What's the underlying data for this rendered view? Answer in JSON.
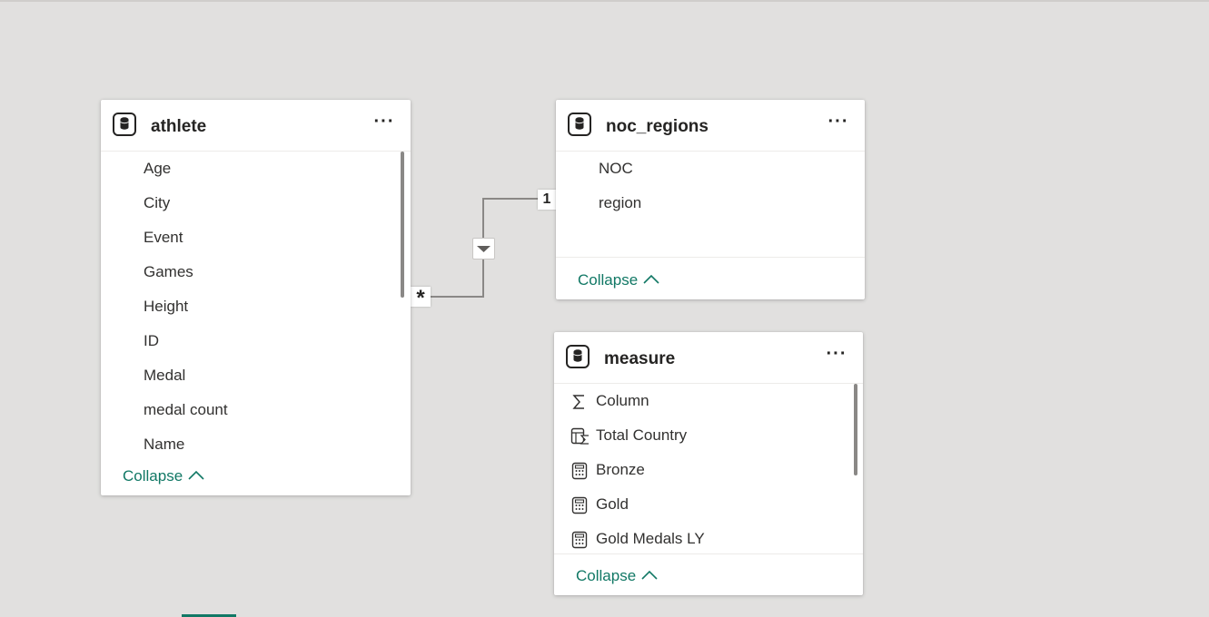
{
  "tables": {
    "athlete": {
      "title": "athlete",
      "more": "···",
      "fields": [
        "Age",
        "City",
        "Event",
        "Games",
        "Height",
        "ID",
        "Medal",
        "medal count",
        "Name"
      ],
      "collapse": "Collapse"
    },
    "noc_regions": {
      "title": "noc_regions",
      "more": "···",
      "fields": [
        "NOC",
        "region"
      ],
      "collapse": "Collapse"
    },
    "measure": {
      "title": "measure",
      "more": "···",
      "fields": [
        {
          "label": "Column",
          "icon": "sigma-icon"
        },
        {
          "label": "Total Country",
          "icon": "calculated-table-icon"
        },
        {
          "label": "Bronze",
          "icon": "calculator-icon"
        },
        {
          "label": "Gold",
          "icon": "calculator-icon"
        },
        {
          "label": "Gold Medals LY",
          "icon": "calculator-icon"
        }
      ],
      "collapse": "Collapse"
    }
  },
  "relationship": {
    "one_side": "1",
    "many_side": "*",
    "from": "athlete",
    "to": "noc_regions"
  },
  "colors": {
    "canvas": "#e1e0df",
    "accent": "#117865",
    "text": "#252423"
  }
}
